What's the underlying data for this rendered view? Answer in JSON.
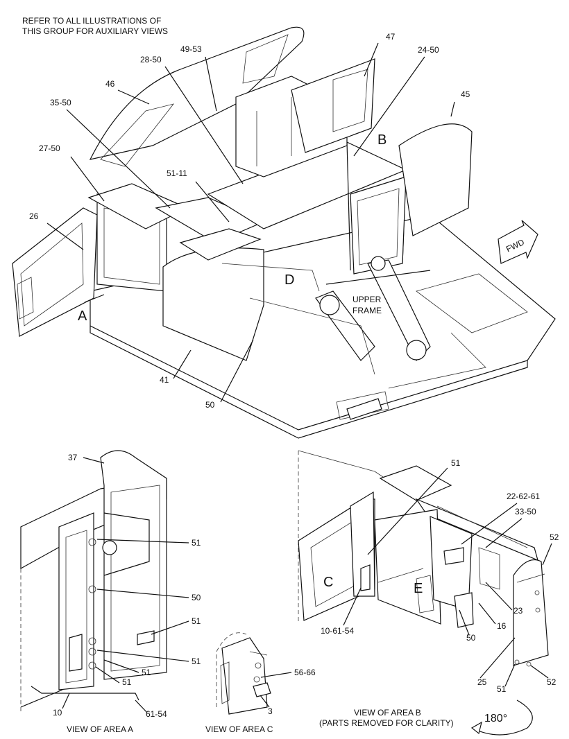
{
  "header_note": [
    "REFER TO ALL ILLUSTRATIONS OF",
    "THIS GROUP FOR AUXILIARY VIEWS"
  ],
  "main_callouts": [
    "47",
    "24-50",
    "49-53",
    "28-50",
    "46",
    "35-50",
    "45",
    "27-50",
    "51-11",
    "26",
    "41",
    "50"
  ],
  "area_letters": [
    "A",
    "B",
    "C",
    "D",
    "E"
  ],
  "frame_label": [
    "UPPER",
    "FRAME"
  ],
  "fwd_label": "FWD",
  "view_a": {
    "callouts": [
      "37",
      "51",
      "50",
      "51",
      "51",
      "51",
      "51",
      "10",
      "61-54"
    ],
    "caption": "VIEW OF AREA A"
  },
  "view_c": {
    "callouts": [
      "56-66",
      "3"
    ],
    "caption": "VIEW OF AREA C"
  },
  "view_b": {
    "callouts": [
      "51",
      "22-62-61",
      "33-50",
      "52",
      "23",
      "16",
      "50",
      "10-61-54",
      "25",
      "51",
      "52"
    ],
    "caption": [
      "VIEW OF AREA B",
      "(PARTS REMOVED FOR CLARITY)"
    ],
    "rotation": "180°"
  }
}
